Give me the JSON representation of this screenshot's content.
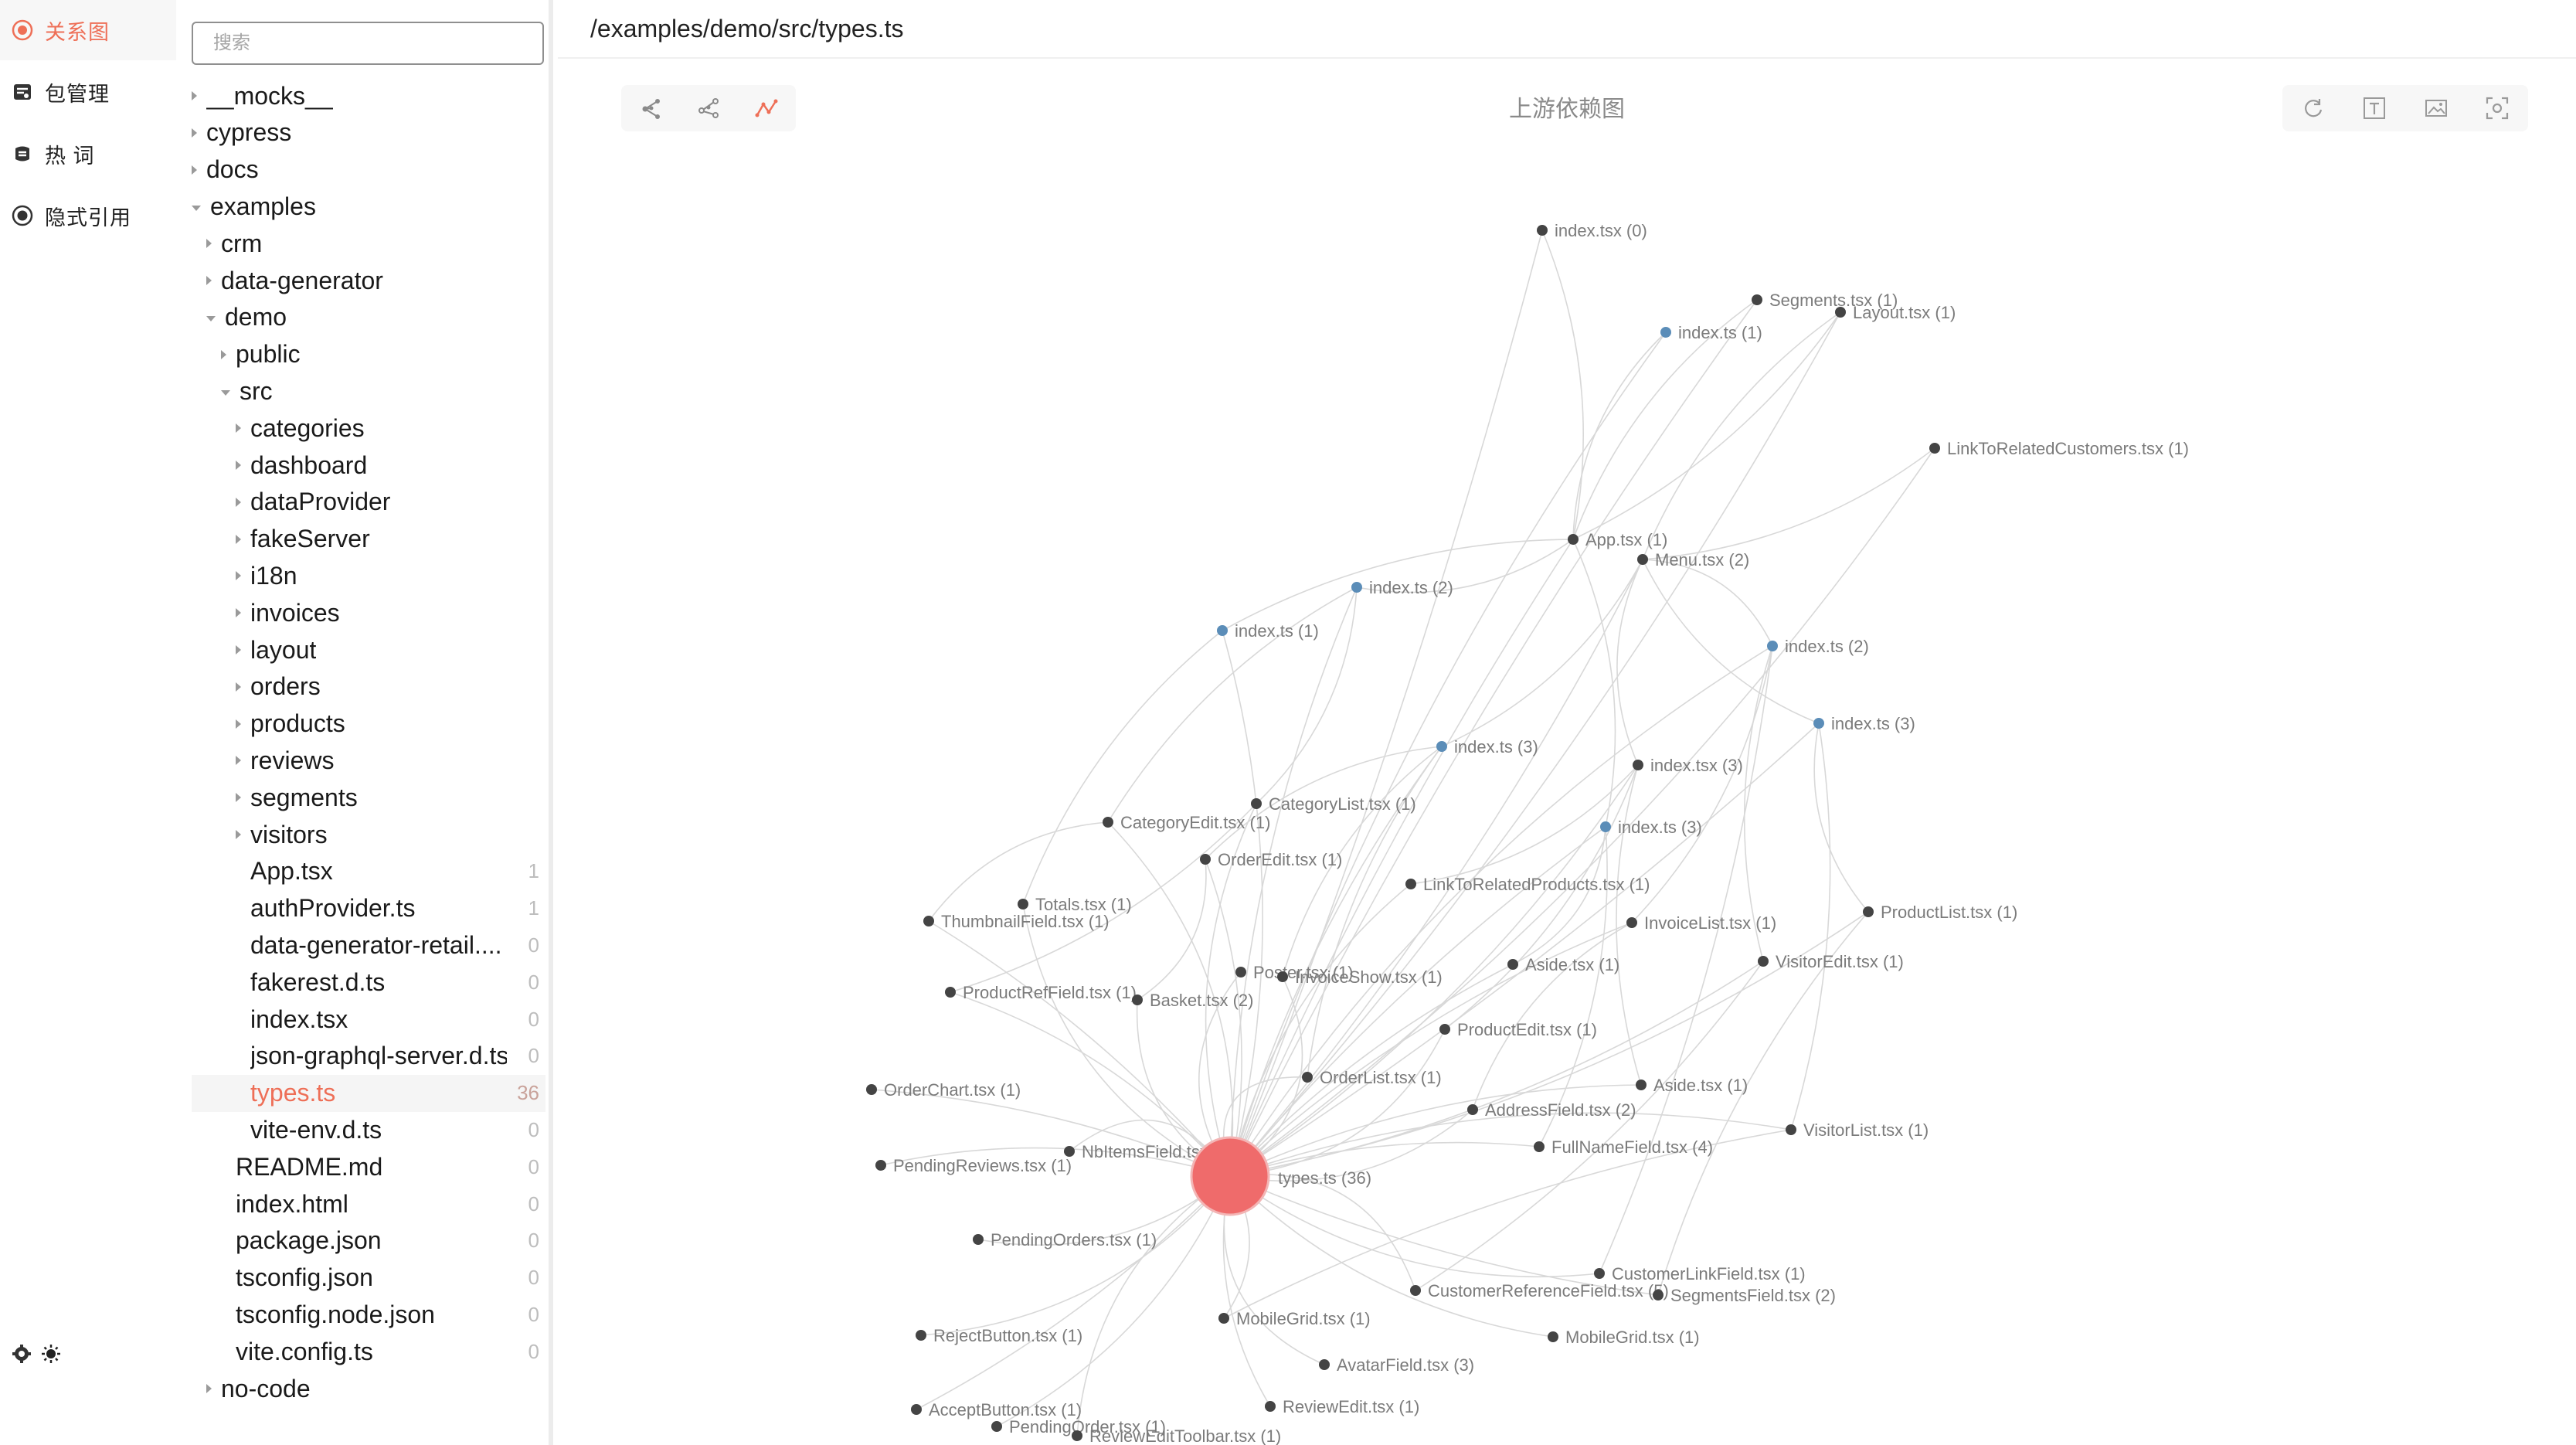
{
  "nav": {
    "items": [
      {
        "label": "关系图",
        "icon": "target-icon",
        "active": true
      },
      {
        "label": "包管理",
        "icon": "package-icon",
        "active": false
      },
      {
        "label": "热 词",
        "icon": "hot-word-icon",
        "active": false
      },
      {
        "label": "隐式引用",
        "icon": "implicit-reference-icon",
        "active": false
      }
    ],
    "bottom_icons": [
      "settings-icon",
      "theme-icon"
    ]
  },
  "tree": {
    "search_placeholder": "搜索",
    "rows": [
      {
        "name": "__mocks__",
        "depth": 0,
        "expanded": false,
        "folder": true,
        "count": ""
      },
      {
        "name": "cypress",
        "depth": 0,
        "expanded": false,
        "folder": true,
        "count": ""
      },
      {
        "name": "docs",
        "depth": 0,
        "expanded": false,
        "folder": true,
        "count": ""
      },
      {
        "name": "examples",
        "depth": 0,
        "expanded": true,
        "folder": true,
        "count": ""
      },
      {
        "name": "crm",
        "depth": 1,
        "expanded": false,
        "folder": true,
        "count": ""
      },
      {
        "name": "data-generator",
        "depth": 1,
        "expanded": false,
        "folder": true,
        "count": ""
      },
      {
        "name": "demo",
        "depth": 1,
        "expanded": true,
        "folder": true,
        "count": ""
      },
      {
        "name": "public",
        "depth": 2,
        "expanded": false,
        "folder": true,
        "count": ""
      },
      {
        "name": "src",
        "depth": 2,
        "expanded": true,
        "folder": true,
        "count": ""
      },
      {
        "name": "categories",
        "depth": 3,
        "expanded": false,
        "folder": true,
        "count": ""
      },
      {
        "name": "dashboard",
        "depth": 3,
        "expanded": false,
        "folder": true,
        "count": ""
      },
      {
        "name": "dataProvider",
        "depth": 3,
        "expanded": false,
        "folder": true,
        "count": ""
      },
      {
        "name": "fakeServer",
        "depth": 3,
        "expanded": false,
        "folder": true,
        "count": ""
      },
      {
        "name": "i18n",
        "depth": 3,
        "expanded": false,
        "folder": true,
        "count": ""
      },
      {
        "name": "invoices",
        "depth": 3,
        "expanded": false,
        "folder": true,
        "count": ""
      },
      {
        "name": "layout",
        "depth": 3,
        "expanded": false,
        "folder": true,
        "count": ""
      },
      {
        "name": "orders",
        "depth": 3,
        "expanded": false,
        "folder": true,
        "count": ""
      },
      {
        "name": "products",
        "depth": 3,
        "expanded": false,
        "folder": true,
        "count": ""
      },
      {
        "name": "reviews",
        "depth": 3,
        "expanded": false,
        "folder": true,
        "count": ""
      },
      {
        "name": "segments",
        "depth": 3,
        "expanded": false,
        "folder": true,
        "count": ""
      },
      {
        "name": "visitors",
        "depth": 3,
        "expanded": false,
        "folder": true,
        "count": ""
      },
      {
        "name": "App.tsx",
        "depth": 3,
        "folder": false,
        "count": "1"
      },
      {
        "name": "authProvider.ts",
        "depth": 3,
        "folder": false,
        "count": "1"
      },
      {
        "name": "data-generator-retail....",
        "depth": 3,
        "folder": false,
        "count": "0"
      },
      {
        "name": "fakerest.d.ts",
        "depth": 3,
        "folder": false,
        "count": "0"
      },
      {
        "name": "index.tsx",
        "depth": 3,
        "folder": false,
        "count": "0"
      },
      {
        "name": "json-graphql-server.d.ts",
        "depth": 3,
        "folder": false,
        "count": "0"
      },
      {
        "name": "types.ts",
        "depth": 3,
        "folder": false,
        "count": "36",
        "selected": true
      },
      {
        "name": "vite-env.d.ts",
        "depth": 3,
        "folder": false,
        "count": "0"
      },
      {
        "name": "README.md",
        "depth": 2,
        "folder": false,
        "count": "0"
      },
      {
        "name": "index.html",
        "depth": 2,
        "folder": false,
        "count": "0"
      },
      {
        "name": "package.json",
        "depth": 2,
        "folder": false,
        "count": "0"
      },
      {
        "name": "tsconfig.json",
        "depth": 2,
        "folder": false,
        "count": "0"
      },
      {
        "name": "tsconfig.node.json",
        "depth": 2,
        "folder": false,
        "count": "0"
      },
      {
        "name": "vite.config.ts",
        "depth": 2,
        "folder": false,
        "count": "0"
      },
      {
        "name": "no-code",
        "depth": 1,
        "expanded": false,
        "folder": true,
        "count": ""
      }
    ]
  },
  "header": {
    "path": "/examples/demo/src/types.ts"
  },
  "toolbar": {
    "left": [
      "layout-force-icon",
      "layout-tree-icon",
      "layout-path-icon"
    ],
    "right": [
      "refresh-icon",
      "text-toggle-icon",
      "image-export-icon",
      "fit-view-icon"
    ]
  },
  "graph": {
    "title": "上游依赖图",
    "colors": {
      "center": "#ef6b6b",
      "node_dark": "#444444",
      "node_blue": "#5b8db8",
      "edge": "#d8d8d8",
      "accent": "#ee6f57"
    },
    "center": {
      "label": "types.ts (36)"
    },
    "nodes": [
      {
        "id": "n0",
        "label": "index.tsx (0)",
        "c": "d"
      },
      {
        "id": "n1",
        "label": "Segments.tsx (1)",
        "c": "d"
      },
      {
        "id": "n2",
        "label": "Layout.tsx (1)",
        "c": "d"
      },
      {
        "id": "n3",
        "label": "index.ts (1)",
        "c": "b"
      },
      {
        "id": "n4",
        "label": "LinkToRelatedCustomers.tsx (1)",
        "c": "d"
      },
      {
        "id": "n5",
        "label": "App.tsx (1)",
        "c": "d"
      },
      {
        "id": "n6",
        "label": "Menu.tsx (2)",
        "c": "d"
      },
      {
        "id": "n7",
        "label": "index.ts (2)",
        "c": "b"
      },
      {
        "id": "n8",
        "label": "index.ts (1)",
        "c": "b"
      },
      {
        "id": "n9",
        "label": "index.ts (2)",
        "c": "b"
      },
      {
        "id": "n10",
        "label": "index.ts (3)",
        "c": "b"
      },
      {
        "id": "n11",
        "label": "index.ts (3)",
        "c": "b"
      },
      {
        "id": "n12",
        "label": "index.tsx (3)",
        "c": "d"
      },
      {
        "id": "n13",
        "label": "CategoryList.tsx (1)",
        "c": "d"
      },
      {
        "id": "n14",
        "label": "CategoryEdit.tsx (1)",
        "c": "d"
      },
      {
        "id": "n15",
        "label": "index.ts (3)",
        "c": "b"
      },
      {
        "id": "n16",
        "label": "OrderEdit.tsx (1)",
        "c": "d"
      },
      {
        "id": "n17",
        "label": "LinkToRelatedProducts.tsx (1)",
        "c": "d"
      },
      {
        "id": "n18",
        "label": "ProductList.tsx (1)",
        "c": "d"
      },
      {
        "id": "n19",
        "label": "Totals.tsx (1)",
        "c": "d"
      },
      {
        "id": "n20",
        "label": "ThumbnailField.tsx (1)",
        "c": "d"
      },
      {
        "id": "n21",
        "label": "InvoiceList.tsx (1)",
        "c": "d"
      },
      {
        "id": "n22",
        "label": "VisitorEdit.tsx (1)",
        "c": "d"
      },
      {
        "id": "n23",
        "label": "Poster.tsx (1)",
        "c": "d"
      },
      {
        "id": "n24",
        "label": "InvoiceShow.tsx (1)",
        "c": "d"
      },
      {
        "id": "n25",
        "label": "Aside.tsx (1)",
        "c": "d"
      },
      {
        "id": "n26",
        "label": "ProductRefField.tsx (1)",
        "c": "d"
      },
      {
        "id": "n27",
        "label": "Basket.tsx (2)",
        "c": "d"
      },
      {
        "id": "n28",
        "label": "ProductEdit.tsx (1)",
        "c": "d"
      },
      {
        "id": "n29",
        "label": "OrderList.tsx (1)",
        "c": "d"
      },
      {
        "id": "n30",
        "label": "OrderChart.tsx (1)",
        "c": "d"
      },
      {
        "id": "n31",
        "label": "Aside.tsx (1)",
        "c": "d"
      },
      {
        "id": "n32",
        "label": "AddressField.tsx (2)",
        "c": "d"
      },
      {
        "id": "n33",
        "label": "VisitorList.tsx (1)",
        "c": "d"
      },
      {
        "id": "n34",
        "label": "NbItemsField.tsx (1)",
        "c": "d"
      },
      {
        "id": "n35",
        "label": "FullNameField.tsx (4)",
        "c": "d"
      },
      {
        "id": "n36",
        "label": "PendingReviews.tsx (1)",
        "c": "d"
      },
      {
        "id": "n37",
        "label": "PendingOrders.tsx (1)",
        "c": "d"
      },
      {
        "id": "n38",
        "label": "CustomerLinkField.tsx (1)",
        "c": "d"
      },
      {
        "id": "n39",
        "label": "CustomerReferenceField.tsx (5)",
        "c": "d"
      },
      {
        "id": "n40",
        "label": "SegmentsField.tsx (2)",
        "c": "d"
      },
      {
        "id": "n41",
        "label": "MobileGrid.tsx (1)",
        "c": "d"
      },
      {
        "id": "n42",
        "label": "MobileGrid.tsx (1)",
        "c": "d"
      },
      {
        "id": "n43",
        "label": "RejectButton.tsx (1)",
        "c": "d"
      },
      {
        "id": "n44",
        "label": "AvatarField.tsx (3)",
        "c": "d"
      },
      {
        "id": "n45",
        "label": "AcceptButton.tsx (1)",
        "c": "d"
      },
      {
        "id": "n46",
        "label": "ReviewEdit.tsx (1)",
        "c": "d"
      },
      {
        "id": "n47",
        "label": "PendingOrder.tsx (1)",
        "c": "d"
      },
      {
        "id": "n48",
        "label": "ReviewEditToolbar.tsx (1)",
        "c": "d"
      }
    ],
    "edges": [
      [
        "n0",
        "n5"
      ],
      [
        "n1",
        "n5"
      ],
      [
        "n2",
        "n5"
      ],
      [
        "n3",
        "n5"
      ],
      [
        "n4",
        "n6"
      ],
      [
        "n2",
        "n6"
      ],
      [
        "n5",
        "n7"
      ],
      [
        "n5",
        "n8"
      ],
      [
        "n6",
        "n9"
      ],
      [
        "n6",
        "n10"
      ],
      [
        "n6",
        "n11"
      ],
      [
        "n6",
        "n12"
      ],
      [
        "n5",
        "n15"
      ],
      [
        "n7",
        "n14"
      ],
      [
        "n7",
        "n13"
      ],
      [
        "n11",
        "n16"
      ],
      [
        "n12",
        "n17"
      ],
      [
        "n10",
        "n18"
      ],
      [
        "n9",
        "n21"
      ],
      [
        "n9",
        "n22"
      ],
      [
        "n15",
        "n25"
      ],
      [
        "n11",
        "n24"
      ],
      [
        "n12",
        "n28"
      ],
      [
        "n11",
        "n29"
      ],
      [
        "n16",
        "n27"
      ],
      [
        "n14",
        "n20"
      ],
      [
        "n13",
        "n26"
      ],
      [
        "n8",
        "n19"
      ],
      [
        "n10",
        "n33"
      ],
      [
        "n12",
        "n31"
      ],
      [
        "n15",
        "n35"
      ],
      [
        "n21",
        "n32"
      ],
      [
        "n9",
        "n38"
      ],
      [
        "n18",
        "n40"
      ],
      [
        "n22",
        "n39"
      ],
      [
        "n33",
        "n41"
      ]
    ]
  }
}
